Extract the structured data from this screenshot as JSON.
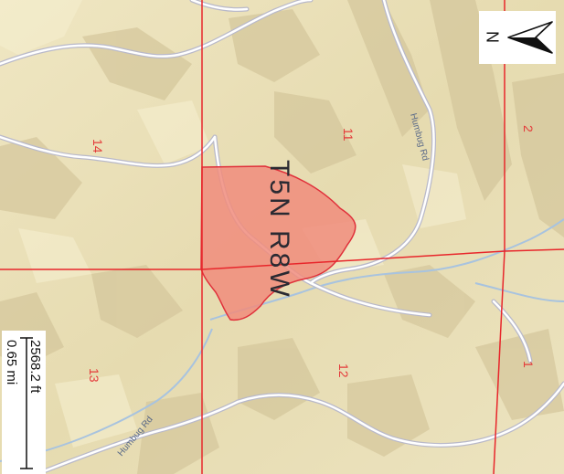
{
  "colors": {
    "terrain_base": "#e9dfb6",
    "terrain_shadow": "#cfc196",
    "terrain_highlight": "#f4eccb",
    "section_line": "#e8262b",
    "fire_fill": "#f08c7c",
    "fire_stroke": "#e0303a",
    "road": "#ffffff",
    "road_casing": "#b9b9c9",
    "stream": "#a8c3df",
    "label_red": "#e43a3a",
    "label_dark": "#2a2a32",
    "road_label": "#5a6a88"
  },
  "sections": [
    {
      "id": "s14",
      "label": "14"
    },
    {
      "id": "s11",
      "label": "11"
    },
    {
      "id": "s2",
      "label": "2"
    },
    {
      "id": "s13",
      "label": "13"
    },
    {
      "id": "s12",
      "label": "12"
    },
    {
      "id": "s1",
      "label": "1"
    }
  ],
  "township_label": "T5N  R8W",
  "roads": [
    {
      "id": "humbug-north",
      "label": "Humbug Rd"
    },
    {
      "id": "humbug-south",
      "label": "Humbug Rd"
    }
  ],
  "scale_bar": {
    "feet_label": "2568.2 ft",
    "miles_label": "0.65 mi"
  },
  "north_arrow": {
    "letter": "N",
    "icon": "north-arrow-icon"
  }
}
